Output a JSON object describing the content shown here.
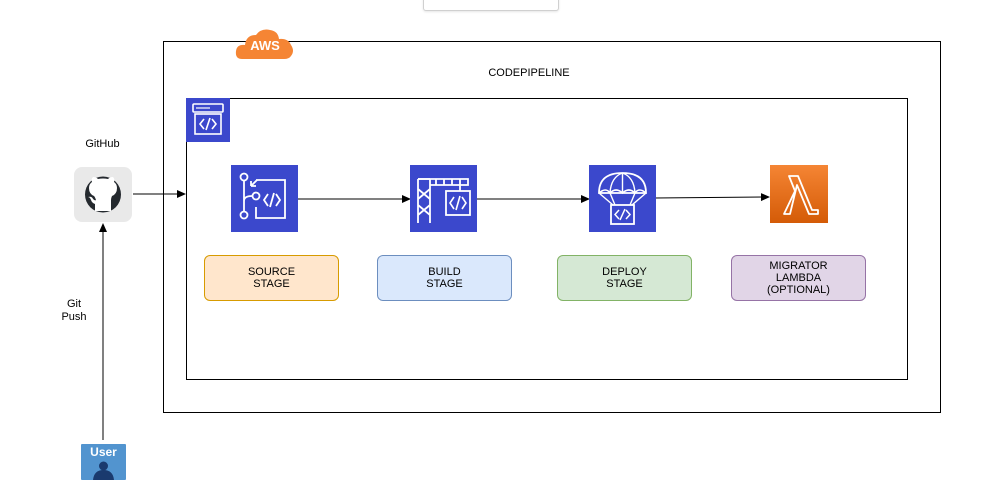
{
  "title": "CODEPIPELINE",
  "aws_badge": "AWS",
  "github": {
    "label": "GitHub"
  },
  "edge_label": "Git\nPush",
  "user_label": "User",
  "stages": [
    {
      "label": "SOURCE\nSTAGE",
      "icon": "codecommit-icon",
      "fill": "#ffe6cc",
      "stroke": "#d79b00",
      "icon_color": "#3b48cc"
    },
    {
      "label": "BUILD\nSTAGE",
      "icon": "codebuild-icon",
      "fill": "#dae8fc",
      "stroke": "#6c8ebf",
      "icon_color": "#3b48cc"
    },
    {
      "label": "DEPLOY\nSTAGE",
      "icon": "codedeploy-icon",
      "fill": "#d5e8d4",
      "stroke": "#82b366",
      "icon_color": "#3b48cc"
    },
    {
      "label": "MIGRATOR\nLAMBDA\n(OPTIONAL)",
      "icon": "lambda-icon",
      "fill": "#e1d5e7",
      "stroke": "#9673a6",
      "icon_color": "#ed7100"
    }
  ],
  "colors": {
    "aws_orange": "#f58534",
    "aws_blue": "#3b48cc",
    "lambda_orange": "#ed7100"
  }
}
